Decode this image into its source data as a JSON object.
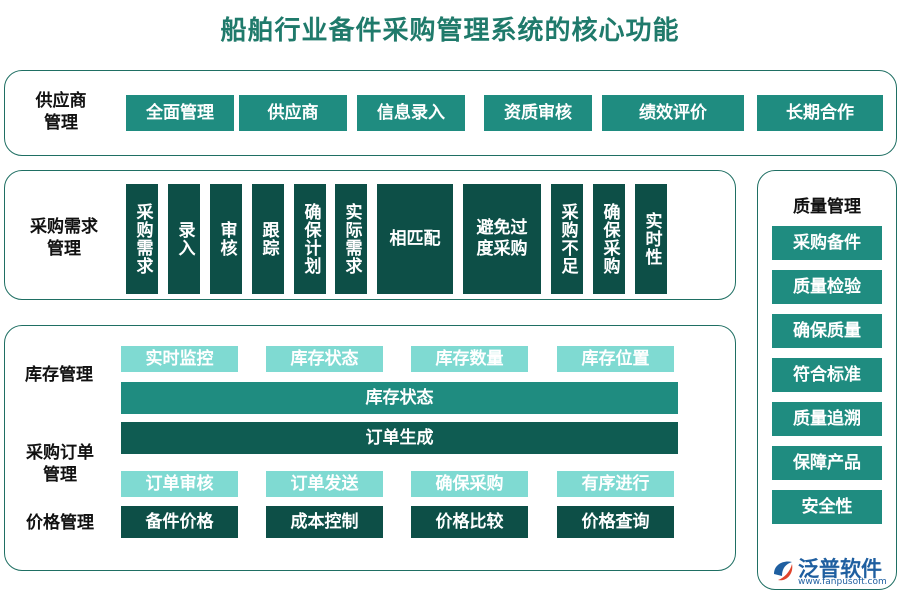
{
  "title": "船舶行业备件采购管理系统的核心功能",
  "supplier": {
    "label": "供应商\n管理",
    "items": [
      "全面管理",
      "供应商",
      "信息录入",
      "资质审核",
      "绩效评价",
      "长期合作"
    ]
  },
  "demand": {
    "label": "采购需求\n管理",
    "items": [
      "采购需求",
      "录入",
      "审核",
      "跟踪",
      "确保计划",
      "实际需求",
      "相匹配",
      "避免过度采购",
      "采购不足",
      "确保采购",
      "实时性"
    ]
  },
  "quality": {
    "label": "质量管理",
    "items": [
      "采购备件",
      "质量检验",
      "确保质量",
      "符合标准",
      "质量追溯",
      "保障产品",
      "安全性"
    ]
  },
  "inventory": {
    "label": "库存管理",
    "items": [
      "实时监控",
      "库存状态",
      "库存数量",
      "库存位置"
    ],
    "bar": "库存状态"
  },
  "order": {
    "label": "采购订单\n管理",
    "bar": "订单生成",
    "items": [
      "订单审核",
      "订单发送",
      "确保采购",
      "有序进行"
    ]
  },
  "price": {
    "label": "价格管理",
    "items": [
      "备件价格",
      "成本控制",
      "价格比较",
      "价格查询"
    ]
  },
  "logo": {
    "name": "泛普软件",
    "url": "www.fanpusoft.com"
  },
  "colors": {
    "teal": "#1f8c80",
    "dark": "#0f5c52",
    "light": "#7fdad2",
    "title": "#1f7a6b"
  }
}
